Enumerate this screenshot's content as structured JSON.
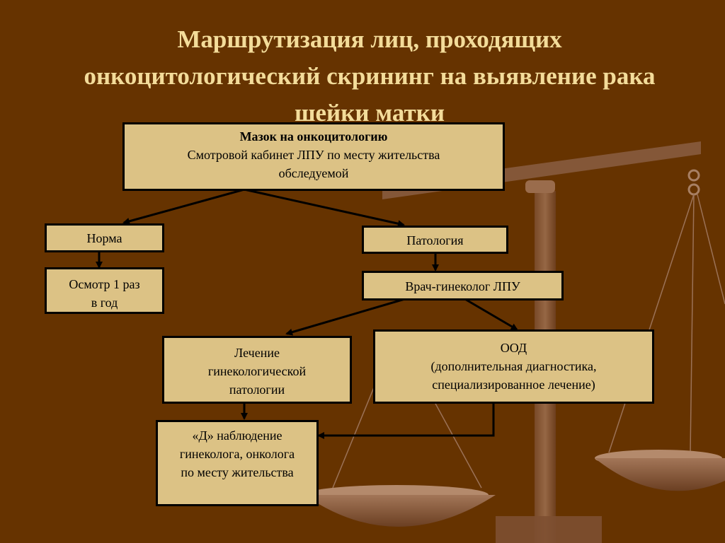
{
  "title": {
    "line1": "Маршрутизация лиц, проходящих",
    "line2": "онкоцитологический скрининг на выявление рака",
    "line3": "шейки матки"
  },
  "nodes": {
    "smear": {
      "heading": "Мазок на онкоцитологию",
      "line1": "Смотровой кабинет ЛПУ по месту жительства",
      "line2": "обследуемой"
    },
    "norm": {
      "label": "Норма"
    },
    "pathology": {
      "label": "Патология"
    },
    "exam": {
      "line1": "Осмотр 1 раз",
      "line2": "в год"
    },
    "gynecologist": {
      "label": "Врач-гинеколог ЛПУ"
    },
    "treatment": {
      "line1": "Лечение",
      "line2": "гинекологической",
      "line3": "патологии"
    },
    "ood": {
      "line1": "ООД",
      "line2": "(дополнительная диагностика,",
      "line3": "специализированное лечение)"
    },
    "observation": {
      "line1": "«Д» наблюдение",
      "line2": "гинеколога, онколога",
      "line3": "по месту жительства"
    }
  },
  "colors": {
    "background": "#663300",
    "title": "#f3dc9a",
    "box_fill": "#dcc285",
    "box_border": "#000000"
  }
}
